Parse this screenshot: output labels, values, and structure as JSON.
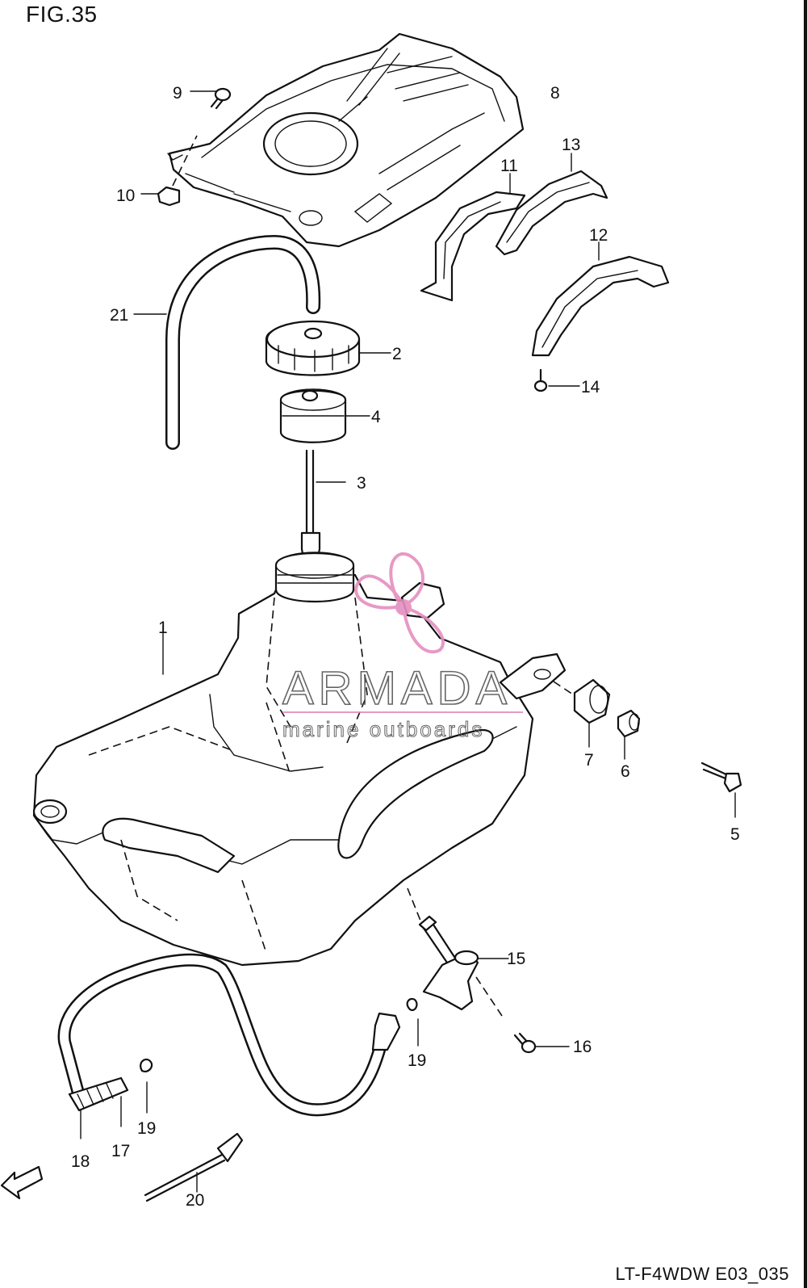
{
  "figure": {
    "title": "FIG.35",
    "code": "LT-F4WDW E03_035"
  },
  "watermark": {
    "brand": "ARMADA",
    "tagline": "marine outboards",
    "accent_color": "#e58fbf"
  },
  "direction_arrow": {
    "label": "FWD"
  },
  "callouts": {
    "c1": "1",
    "c2": "2",
    "c3": "3",
    "c4": "4",
    "c5": "5",
    "c6": "6",
    "c7": "7",
    "c8": "8",
    "c9": "9",
    "c10": "10",
    "c11": "11",
    "c12": "12",
    "c13": "13",
    "c14": "14",
    "c15": "15",
    "c16": "16",
    "c17": "17",
    "c18": "18",
    "c19a": "19",
    "c19b": "19",
    "c20": "20",
    "c21": "21"
  }
}
